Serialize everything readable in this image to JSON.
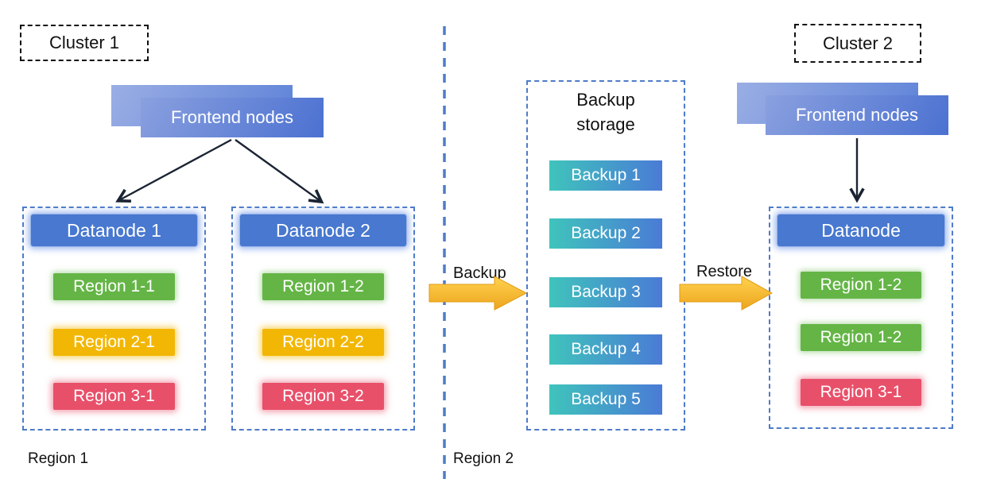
{
  "colors": {
    "accent_blue": "#4878CF",
    "dashed_border_blue": "#4E7BC8",
    "region_green": "#64B546",
    "region_yellow": "#F2B705",
    "region_red": "#E8506A",
    "backup_teal": "#3FC4BC",
    "backup_blue": "#4A7BD6",
    "flow_arrow_yellow": "#F7C231",
    "connector_black": "#1B2433"
  },
  "cluster1": {
    "label": "Cluster 1",
    "frontend_label": "Frontend nodes",
    "region_caption": "Region 1",
    "datanodes": [
      {
        "title": "Datanode 1",
        "regions": [
          {
            "label": "Region 1-1",
            "color": "#64B546"
          },
          {
            "label": "Region 2-1",
            "color": "#F2B705"
          },
          {
            "label": "Region 3-1",
            "color": "#E8506A"
          }
        ]
      },
      {
        "title": "Datanode 2",
        "regions": [
          {
            "label": "Region 1-2",
            "color": "#64B546"
          },
          {
            "label": "Region 2-2",
            "color": "#F2B705"
          },
          {
            "label": "Region 3-2",
            "color": "#E8506A"
          }
        ]
      }
    ]
  },
  "backup": {
    "title": "Backup storage",
    "items": [
      "Backup 1",
      "Backup 2",
      "Backup 3",
      "Backup 4",
      "Backup 5"
    ],
    "backup_arrow_label": "Backup",
    "restore_arrow_label": "Restore",
    "region_caption": "Region 2"
  },
  "cluster2": {
    "label": "Cluster 2",
    "frontend_label": "Frontend nodes",
    "datanode": {
      "title": "Datanode",
      "regions": [
        {
          "label": "Region 1-2",
          "color": "#64B546"
        },
        {
          "label": "Region 1-2",
          "color": "#64B546"
        },
        {
          "label": "Region 3-1",
          "color": "#E8506A"
        }
      ]
    }
  }
}
